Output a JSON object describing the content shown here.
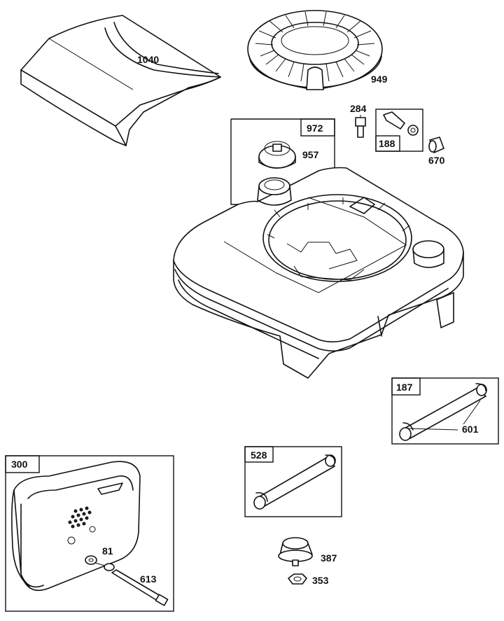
{
  "diagram": {
    "parts": [
      {
        "id": "cover",
        "label": "1040"
      },
      {
        "id": "screen",
        "label": "949"
      },
      {
        "id": "fitting",
        "label": "284"
      },
      {
        "id": "valve-kit",
        "label": "188"
      },
      {
        "id": "bushing",
        "label": "670"
      },
      {
        "id": "cap-kit",
        "label": "972"
      },
      {
        "id": "cap",
        "label": "957"
      },
      {
        "id": "fuel-line-kit",
        "label": "187"
      },
      {
        "id": "clamp",
        "label": "601"
      },
      {
        "id": "muffler-kit",
        "label": "300"
      },
      {
        "id": "lockwasher",
        "label": "81"
      },
      {
        "id": "screw",
        "label": "613"
      },
      {
        "id": "fuel-line-528",
        "label": "528"
      },
      {
        "id": "filter",
        "label": "387"
      },
      {
        "id": "nut",
        "label": "353"
      }
    ]
  }
}
